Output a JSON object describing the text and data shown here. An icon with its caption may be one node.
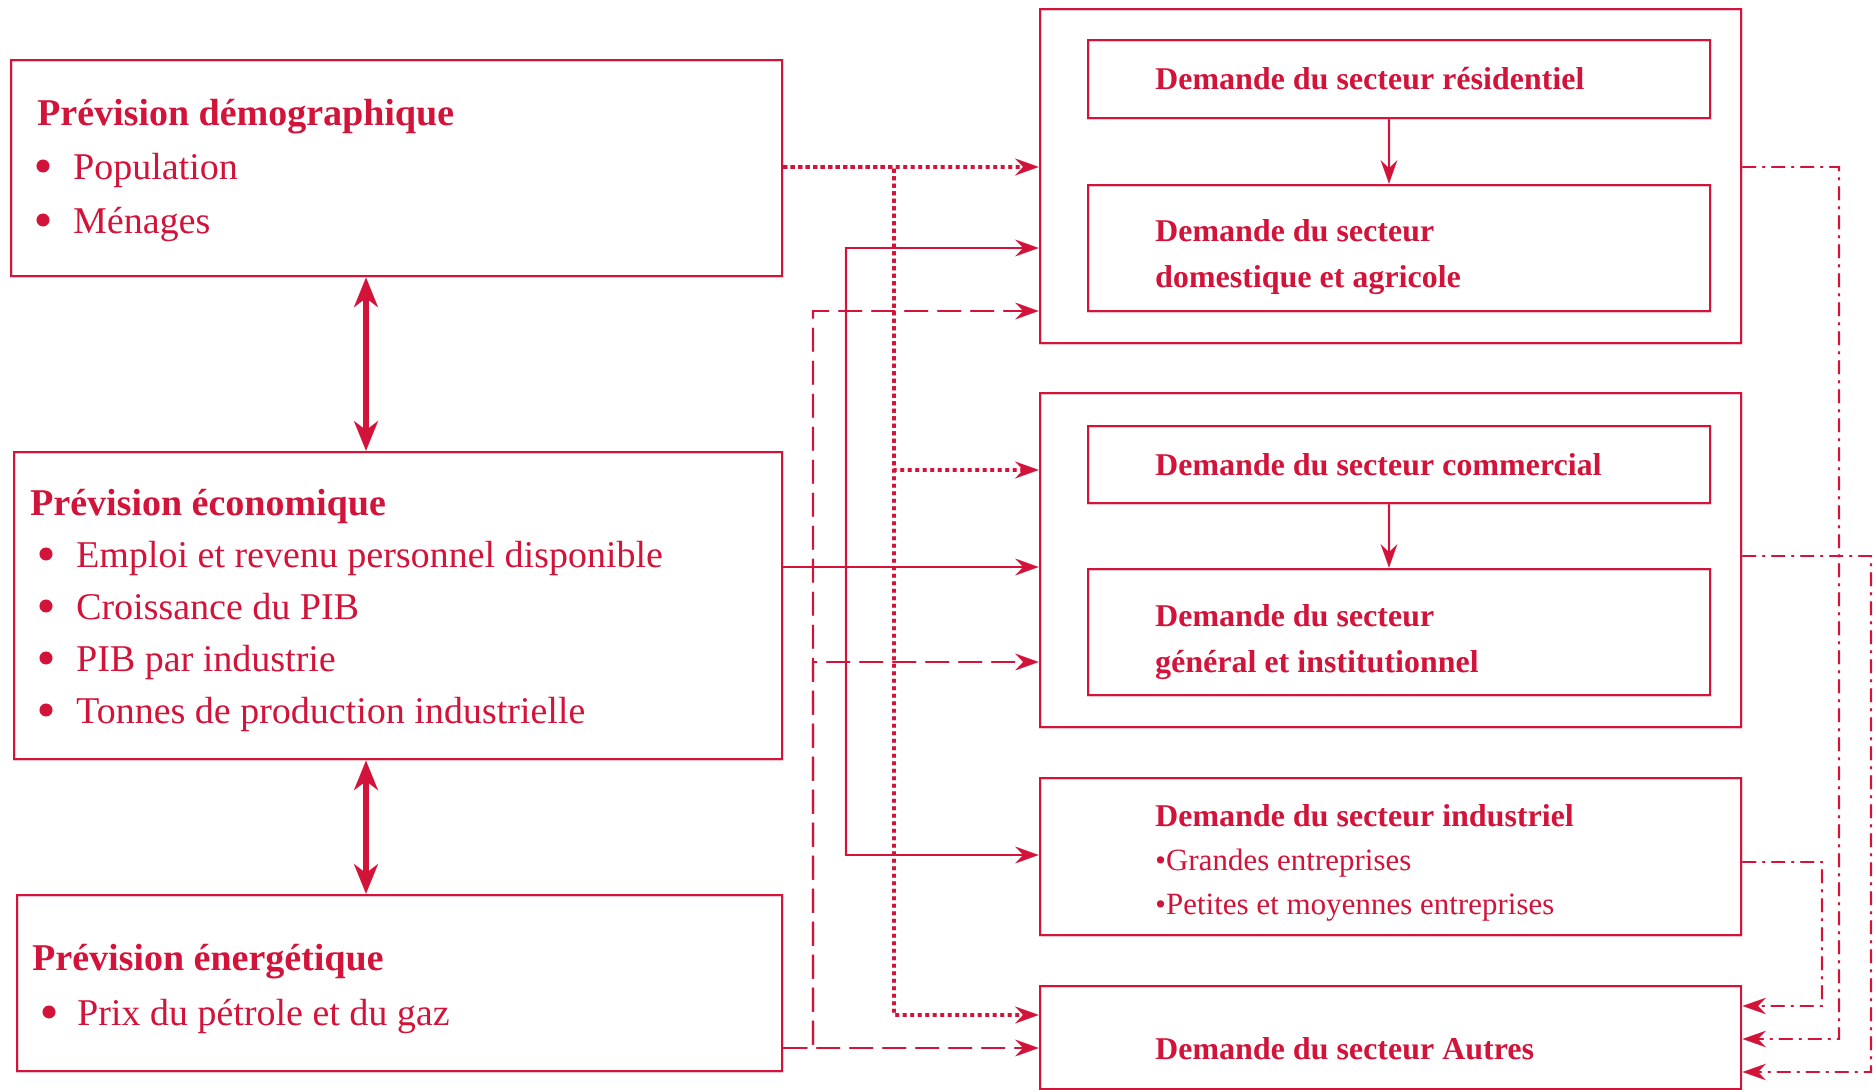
{
  "diagram": {
    "nodes": [
      {
        "text": [
          "Prévision démographique",
          "Population",
          "Ménages"
        ]
      },
      {
        "text": [
          "Prévision économique",
          "Emploi et revenu personnel disponible",
          "Croissance du PIB",
          "PIB par industrie",
          "Tonnes de production industrielle"
        ]
      },
      {
        "text": [
          "Prévision énergétique",
          "Prix du pétrole et du gaz"
        ]
      },
      {
        "text": [],
        "shape": "box"
      },
      {
        "text": [
          "Demande du secteur résidentiel"
        ],
        "in": 3
      },
      {
        "text": [
          "Demande du secteur domestique et agricole"
        ],
        "in": 3
      },
      {
        "text": [],
        "shape": "box"
      },
      {
        "text": [
          "Demande du secteur commercial"
        ],
        "in": 6
      },
      {
        "text": [
          "Demande du secteur général et institutionnel"
        ],
        "in": 6
      },
      {
        "text": [
          "Demande du secteur industriel",
          "•Grandes entreprises",
          "•Petites et moyennes entreprises"
        ]
      },
      {
        "text": [
          "Demande du secteur Autres"
        ]
      }
    ],
    "edges": [
      {
        "from": 0,
        "to": 1,
        "arrow": "both",
        "style": "thick"
      },
      {
        "from": 1,
        "to": 2,
        "arrow": "both",
        "style": "thick"
      },
      {
        "from": 4,
        "to": 5,
        "arrow": "to"
      },
      {
        "from": 7,
        "to": 8,
        "arrow": "to"
      },
      {
        "from": 0,
        "to": 3,
        "arrow": "to",
        "style": "dashed"
      },
      {
        "from": 0,
        "to": 6,
        "arrow": "to",
        "style": "dashed"
      },
      {
        "from": 0,
        "to": 10,
        "arrow": "to",
        "style": "dashed"
      },
      {
        "from": 1,
        "to": 3,
        "arrow": "to"
      },
      {
        "from": 1,
        "to": 6,
        "arrow": "to"
      },
      {
        "from": 1,
        "to": 9,
        "arrow": "to"
      },
      {
        "from": 2,
        "to": 3,
        "arrow": "to",
        "style": "dashed"
      },
      {
        "from": 2,
        "to": 6,
        "arrow": "to",
        "style": "dashed"
      },
      {
        "from": 2,
        "to": 10,
        "arrow": "to",
        "style": "dashed"
      },
      {
        "from": 3,
        "to": 10,
        "arrow": "to",
        "style": "dashed"
      },
      {
        "from": 6,
        "to": 10,
        "arrow": "to",
        "style": "dashed"
      },
      {
        "from": 9,
        "to": 10,
        "arrow": "to",
        "style": "dashed"
      }
    ]
  }
}
